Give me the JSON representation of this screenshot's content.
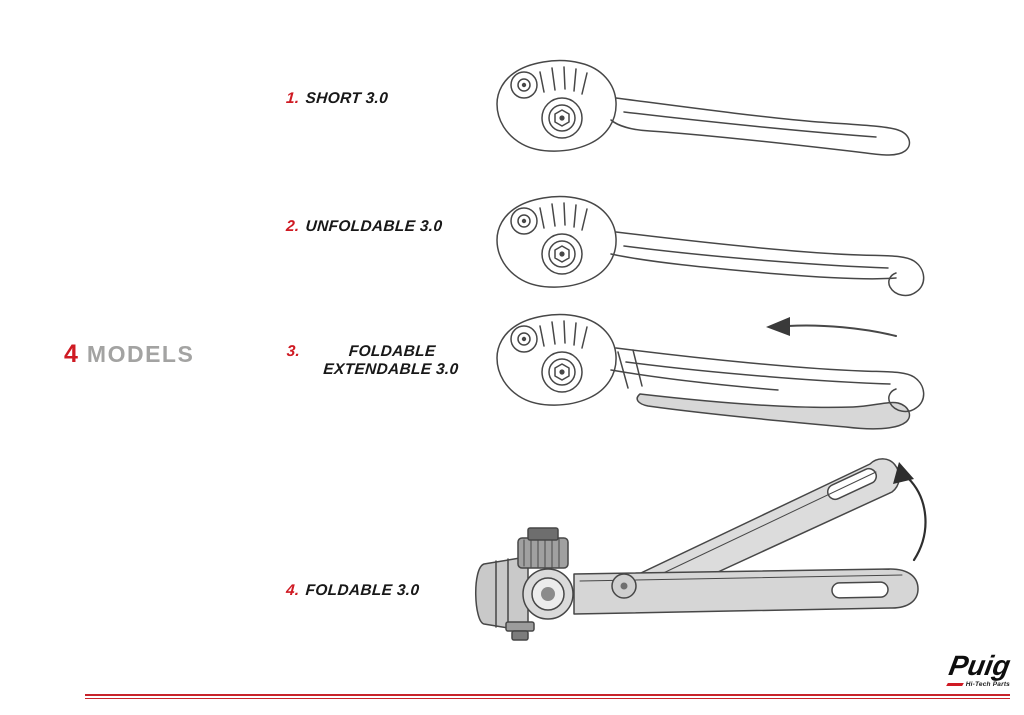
{
  "heading": {
    "number": "4",
    "label": "MODELS"
  },
  "models": [
    {
      "number": "1.",
      "name": "SHORT 3.0",
      "illustration": "short-3.0-lever"
    },
    {
      "number": "2.",
      "name": "UNFOLDABLE 3.0",
      "illustration": "unfoldable-3.0-lever"
    },
    {
      "number": "3.",
      "name": "FOLDABLE EXTENDABLE 3.0",
      "illustration": "foldable-extendable-3.0-lever"
    },
    {
      "number": "4.",
      "name": "FOLDABLE 3.0",
      "illustration": "foldable-3.0-lever"
    }
  ],
  "icons": {
    "extend_arrow": "left-arrow",
    "fold_arrow": "curved-up-arrow"
  },
  "logo": {
    "brand": "Puig",
    "tagline": "Hi-Tech Parts"
  },
  "colors": {
    "accent_red": "#cf1a23",
    "heading_gray": "#a3a3a2",
    "line_art": "#474747",
    "shade_gray": "#d7d7d7"
  }
}
